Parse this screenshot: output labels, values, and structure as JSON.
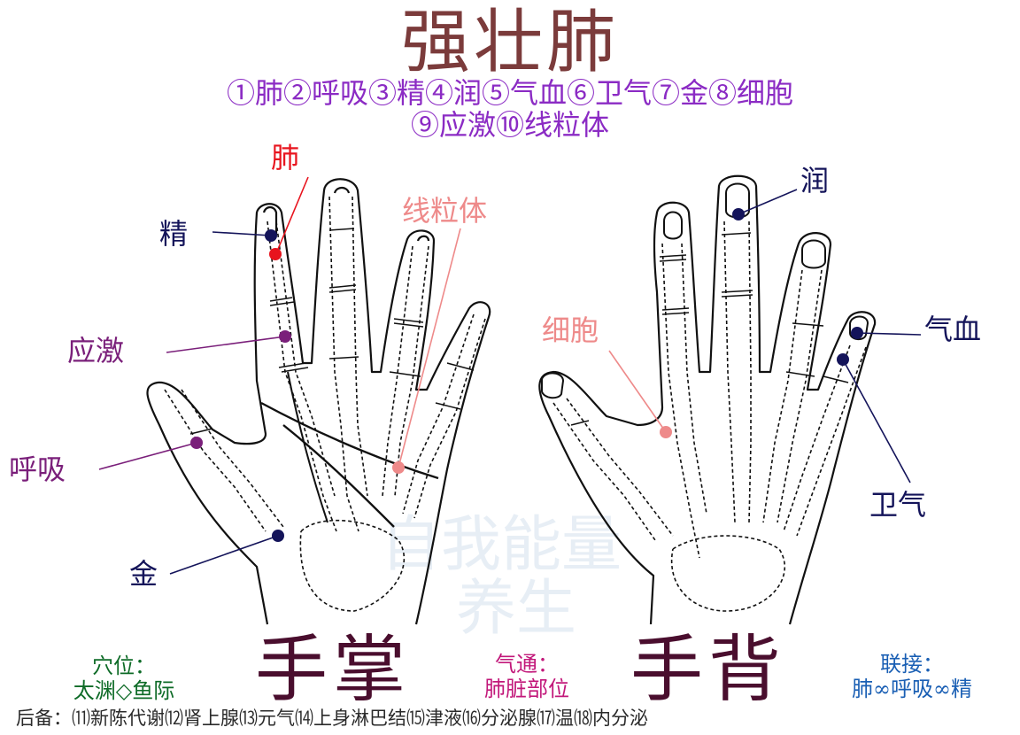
{
  "title": "强壮肺",
  "subtitle_line1": "①肺②呼吸③精④润⑤气血⑥卫气⑦金⑧细胞",
  "subtitle_line2": "⑨应激⑩线粒体",
  "watermark_line1": "自我能量",
  "watermark_line2": "养生",
  "labels": {
    "fei": "肺",
    "jing": "精",
    "yingji": "应激",
    "huxi": "呼吸",
    "jin": "金",
    "xianliti": "线粒体",
    "xibao": "细胞",
    "run": "润",
    "qixue": "气血",
    "weiqi": "卫气"
  },
  "palm_title": "手掌",
  "back_title": "手背",
  "acupoint": {
    "heading": "穴位：",
    "value": "太渊◇鱼际"
  },
  "qitong": {
    "heading": "气通：",
    "value": "肺脏部位"
  },
  "lianjie": {
    "heading": "联接：",
    "value": "肺∞呼吸∞精"
  },
  "backup": "后备：⑾新陈代谢⑿肾上腺⒀元气⒁上身淋巴结⒂津液⒃分泌腺⒄温⒅内分泌",
  "colors": {
    "title": "#7b3b3b",
    "subtitle": "#8b2bc4",
    "navy_point": "#14145a",
    "purple_point": "#7a1f7a",
    "red_point": "#e8141e",
    "pink_point": "#ee8a8a"
  }
}
